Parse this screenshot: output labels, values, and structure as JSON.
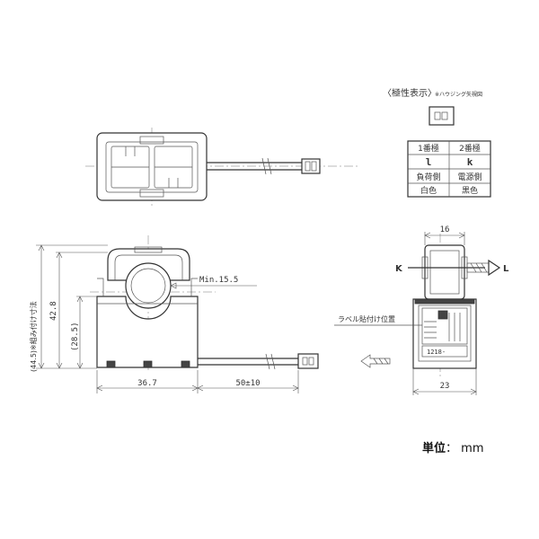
{
  "polarity": {
    "title": "〈極性表示〉",
    "note": "※ハウジング矢視図",
    "table": [
      [
        "1番極",
        "2番極"
      ],
      [
        "l",
        "k"
      ],
      [
        "負荷側",
        "電源側"
      ],
      [
        "白色",
        "黒色"
      ]
    ]
  },
  "dimensions": {
    "overall_height": "(44.5)※組み付け寸法",
    "body_height": "42.8",
    "lower_height": "(28.5)",
    "aperture": "Min.15.5",
    "body_width": "36.7",
    "cable_length": "50±10",
    "side_top_width": "16",
    "side_bottom_width": "23"
  },
  "flow": {
    "k_label": "K",
    "l_label": "L"
  },
  "label": {
    "position_text": "ラベル貼付け位置",
    "code_text": "1218-"
  },
  "units": {
    "prefix": "単位",
    "value": "mm"
  }
}
